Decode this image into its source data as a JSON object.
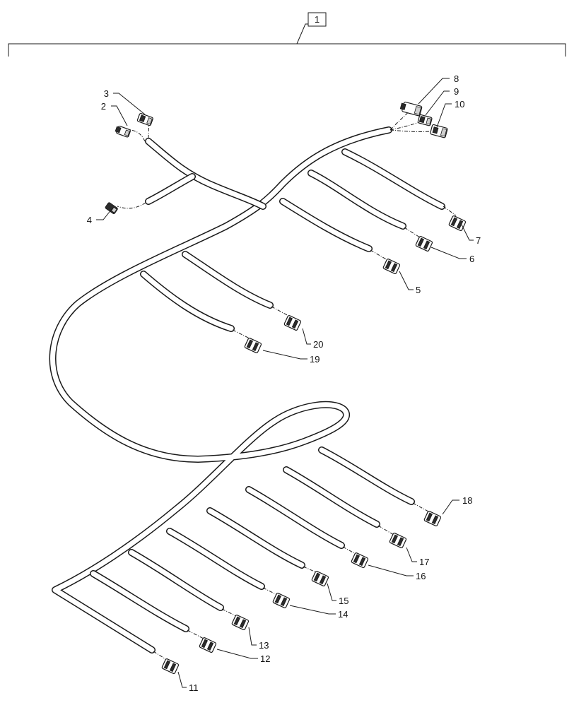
{
  "assembly": {
    "label": "1"
  },
  "callouts": [
    "2",
    "3",
    "4",
    "5",
    "6",
    "7",
    "8",
    "9",
    "10",
    "11",
    "12",
    "13",
    "14",
    "15",
    "16",
    "17",
    "18",
    "19",
    "20"
  ]
}
